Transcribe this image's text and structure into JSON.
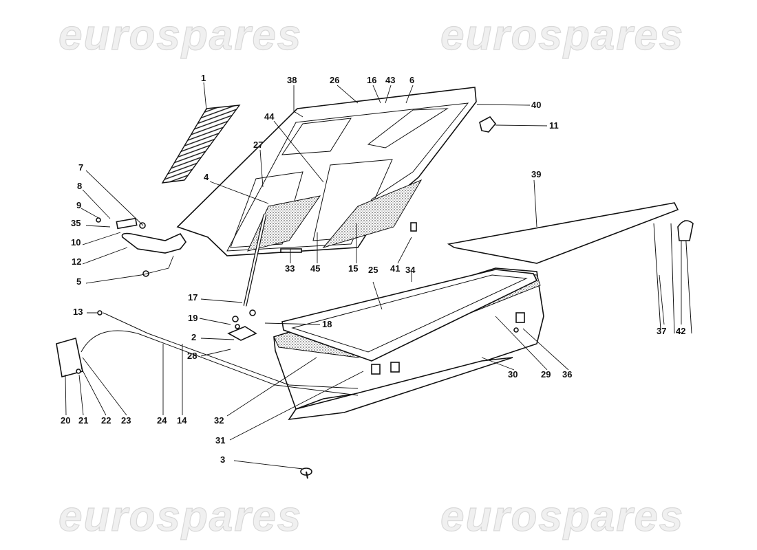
{
  "diagram": {
    "watermark": "eurospares",
    "labels": {
      "l1": "1",
      "l38": "38",
      "l26": "26",
      "l16": "16",
      "l43": "43",
      "l6": "6",
      "l40": "40",
      "l11": "11",
      "l44": "44",
      "l27": "27",
      "l4": "4",
      "l7": "7",
      "l8": "8",
      "l9": "9",
      "l35": "35",
      "l10": "10",
      "l12": "12",
      "l5": "5",
      "l39": "39",
      "l17": "17",
      "l19": "19",
      "l18": "18",
      "l2": "2",
      "l28": "28",
      "l13": "13",
      "l33": "33",
      "l45": "45",
      "l15": "15",
      "l41": "41",
      "l25": "25",
      "l34": "34",
      "l37": "37",
      "l42": "42",
      "l30": "30",
      "l29": "29",
      "l36": "36",
      "l20": "20",
      "l21": "21",
      "l22": "22",
      "l23": "23",
      "l24": "24",
      "l14": "14",
      "l32": "32",
      "l31": "31",
      "l3": "3"
    }
  }
}
